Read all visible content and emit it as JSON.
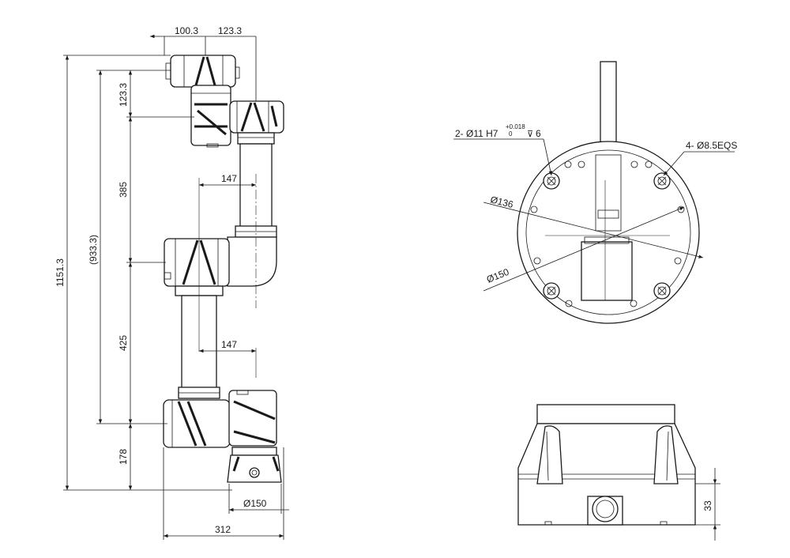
{
  "side_view": {
    "dim_top_left": "100.3",
    "dim_top_right": "123.3",
    "dim_wrist_vertical": "123.3",
    "dim_upper_arm": "385",
    "dim_forearm": "425",
    "dim_base_height": "178",
    "dim_reach_ref": "(933.3)",
    "dim_total_height": "1151.3",
    "dim_offset_upper": "147",
    "dim_offset_lower": "147",
    "dim_base_diameter": "Ø150",
    "dim_total_width": "312"
  },
  "flange_view": {
    "label_pin_holes": "2- Ø11 H7",
    "label_tolerance_upper": "+0.018",
    "label_tolerance_lower": "0",
    "label_depth": "6",
    "label_bolt_holes": "4- Ø8.5EQS",
    "dim_bolt_circle": "Ø136",
    "dim_outer": "Ø150"
  },
  "base_view": {
    "dim_height": "33"
  },
  "colors": {
    "line": "#1a1a1a",
    "band": "#1a1a1a",
    "background": "#ffffff"
  }
}
